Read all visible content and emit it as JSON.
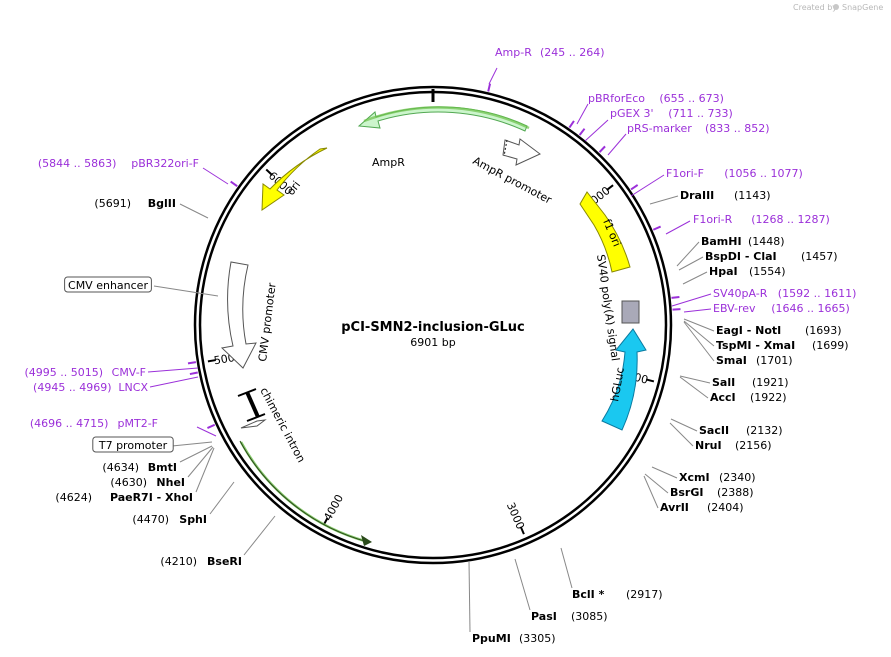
{
  "plasmid": {
    "name": "pCI-SMN2-inclusion-GLuc",
    "length_label": "6901 bp",
    "length_bp": 6901
  },
  "credit": {
    "prefix": "Created by",
    "brand": "SnapGene"
  },
  "ticks": [
    {
      "bp": 1000,
      "label": "1000"
    },
    {
      "bp": 2000,
      "label": "2000"
    },
    {
      "bp": 3000,
      "label": "3000"
    },
    {
      "bp": 4000,
      "label": "4000"
    },
    {
      "bp": 5000,
      "label": "5000"
    },
    {
      "bp": 6000,
      "label": "6000"
    }
  ],
  "enzymes": [
    {
      "name": "DraIII",
      "position": "(1143)"
    },
    {
      "name": "BamHI",
      "position": "(1448)"
    },
    {
      "name": "BspDI - ClaI",
      "position": "(1457)"
    },
    {
      "name": "HpaI",
      "position": "(1554)"
    },
    {
      "name": "EagI - NotI",
      "position": "(1693)"
    },
    {
      "name": "TspMI - XmaI",
      "position": "(1699)"
    },
    {
      "name": "SmaI",
      "position": "(1701)"
    },
    {
      "name": "SalI",
      "position": "(1921)"
    },
    {
      "name": "AccI",
      "position": "(1922)"
    },
    {
      "name": "SacII",
      "position": "(2132)"
    },
    {
      "name": "NruI",
      "position": "(2156)"
    },
    {
      "name": "XcmI",
      "position": "(2340)"
    },
    {
      "name": "BsrGI",
      "position": "(2388)"
    },
    {
      "name": "AvrII",
      "position": "(2404)"
    },
    {
      "name": "BclI *",
      "position": "(2917)"
    },
    {
      "name": "PasI",
      "position": "(3085)"
    },
    {
      "name": "PpuMI",
      "position": "(3305)"
    },
    {
      "name": "BseRI",
      "position": "(4210)"
    },
    {
      "name": "SphI",
      "position": "(4470)"
    },
    {
      "name": "PaeR7I - XhoI",
      "position": "(4624)"
    },
    {
      "name": "NheI",
      "position": "(4630)"
    },
    {
      "name": "BmtI",
      "position": "(4634)"
    },
    {
      "name": "BglII",
      "position": "(5691)"
    }
  ],
  "primers": [
    {
      "name": "Amp-R",
      "range": "(245 .. 264)"
    },
    {
      "name": "pBRforEco",
      "range": "(655 .. 673)"
    },
    {
      "name": "pGEX 3'",
      "range": "(711 .. 733)"
    },
    {
      "name": "pRS-marker",
      "range": "(833 .. 852)"
    },
    {
      "name": "F1ori-F",
      "range": "(1056 .. 1077)"
    },
    {
      "name": "F1ori-R",
      "range": "(1268 .. 1287)"
    },
    {
      "name": "SV40pA-R",
      "range": "(1592 .. 1611)"
    },
    {
      "name": "EBV-rev",
      "range": "(1646 .. 1665)"
    },
    {
      "name": "pMT2-F",
      "range": "(4696 .. 4715)"
    },
    {
      "name": "LNCX",
      "range": "(4945 .. 4969)"
    },
    {
      "name": "CMV-F",
      "range": "(4995 .. 5015)"
    },
    {
      "name": "pBR322ori-F",
      "range": "(5844 .. 5863)"
    }
  ],
  "boxed_features": [
    {
      "name": "CMV enhancer"
    },
    {
      "name": "T7 promoter"
    }
  ],
  "features": [
    {
      "name": "AmpR",
      "color": "#ccf5cc"
    },
    {
      "name": "AmpR promoter",
      "color": "#ffffff"
    },
    {
      "name": "ori",
      "color": "#ffff00"
    },
    {
      "name": "f1 ori",
      "color": "#ffff00"
    },
    {
      "name": "SV40 poly(A) signal",
      "color": "#a9a9b8"
    },
    {
      "name": "hGLuc",
      "color": "#1ac8f0"
    },
    {
      "name": "CMV promoter",
      "color": "#ffffff"
    },
    {
      "name": "chimeric intron",
      "color": "#000000"
    }
  ],
  "colors": {
    "primer": "#9b30d9",
    "backbone": "#000000",
    "label_line": "#888888"
  }
}
